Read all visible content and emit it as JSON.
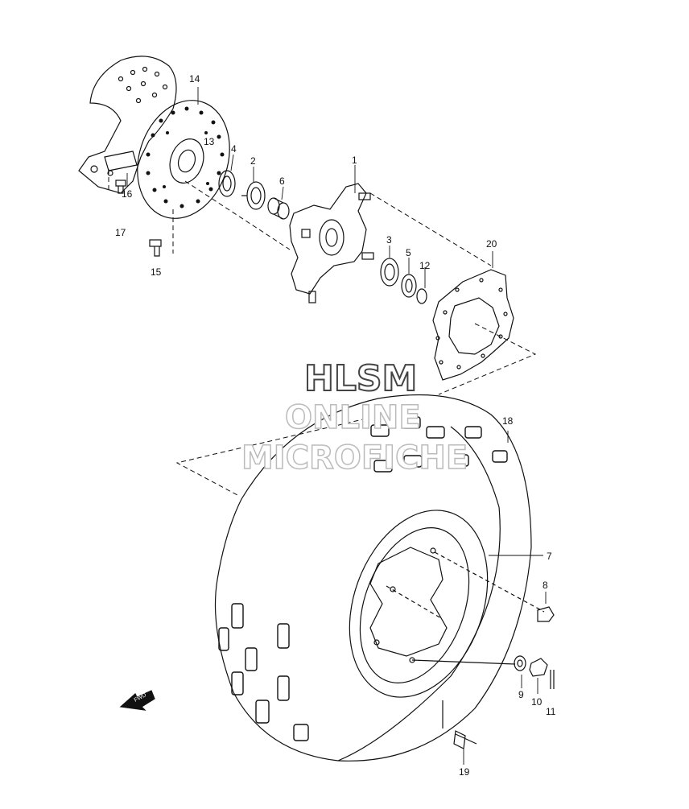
{
  "watermark": {
    "line1": "HLSM",
    "line2": "ONLINE",
    "line3": "MICROFICHE"
  },
  "front_arrow": {
    "label": "FWD"
  },
  "callouts": [
    {
      "key": "part-1",
      "text": "1"
    },
    {
      "key": "part-2",
      "text": "2"
    },
    {
      "key": "part-3",
      "text": "3"
    },
    {
      "key": "part-4",
      "text": "4"
    },
    {
      "key": "part-5",
      "text": "5"
    },
    {
      "key": "part-6",
      "text": "6"
    },
    {
      "key": "part-7",
      "text": "7"
    },
    {
      "key": "part-8",
      "text": "8"
    },
    {
      "key": "part-9",
      "text": "9"
    },
    {
      "key": "part-10",
      "text": "10"
    },
    {
      "key": "part-11",
      "text": "11"
    },
    {
      "key": "part-12",
      "text": "12"
    },
    {
      "key": "part-13",
      "text": "13"
    },
    {
      "key": "part-14",
      "text": "14"
    },
    {
      "key": "part-15",
      "text": "15"
    },
    {
      "key": "part-16",
      "text": "16"
    },
    {
      "key": "part-17",
      "text": "17"
    },
    {
      "key": "part-18",
      "text": "18"
    },
    {
      "key": "part-19",
      "text": "19"
    },
    {
      "key": "part-20",
      "text": "20"
    }
  ]
}
